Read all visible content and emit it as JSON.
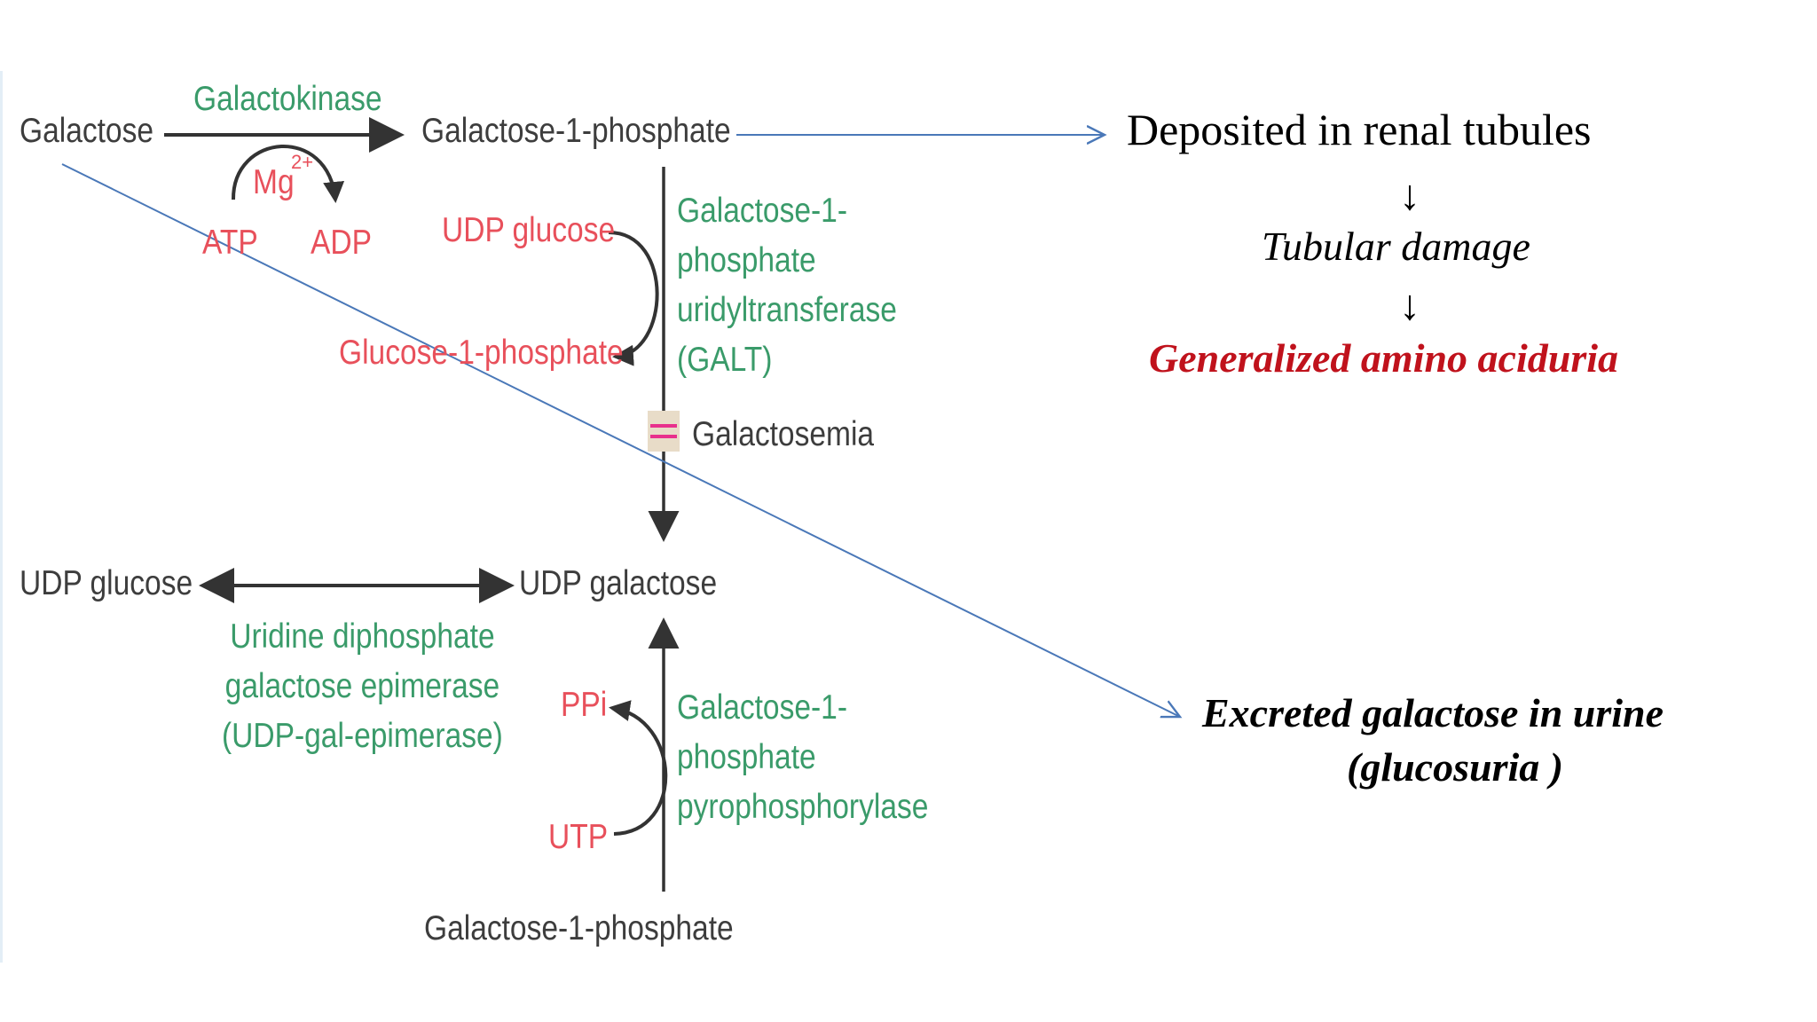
{
  "diagram": {
    "pathway": {
      "galactose": "Galactose",
      "galactokinase": "Galactokinase",
      "mg": "Mg",
      "mg_charge": "2+",
      "atp": "ATP",
      "adp": "ADP",
      "gal1p_top": "Galactose-1-phosphate",
      "udp_glucose_red": "UDP glucose",
      "glucose1p": "Glucose-1-phosphate",
      "galt": "Galactose-1-\nphosphate\nuridyltransferase\n(GALT)",
      "galactosemia": "Galactosemia",
      "udp_glucose": "UDP glucose",
      "udp_galactose": "UDP galactose",
      "epimerase": "Uridine diphosphate\ngalactose epimerase\n(UDP-gal-epimerase)",
      "ppi": "PPi",
      "utp": "UTP",
      "pyrophosphorylase": "Galactose-1-\nphosphate\npyrophosphorylase",
      "gal1p_bottom": "Galactose-1-phosphate"
    },
    "annotations": {
      "deposited": "Deposited in renal tubules",
      "down_arrow_1": "↓",
      "tubular": "Tubular damage",
      "down_arrow_2": "↓",
      "aminoaciduria": "Generalized amino aciduria",
      "excreted_line1": "Excreted galactose in urine",
      "excreted_line2": "(glucosuria )"
    },
    "colors": {
      "substrate": "#3d3d3d",
      "cofactor": "#e8505b",
      "enzyme": "#3a9b6a",
      "annotation_arrow": "#4a78b8",
      "emphasis": "#c0121c",
      "block_marker": "#e8308c"
    }
  }
}
